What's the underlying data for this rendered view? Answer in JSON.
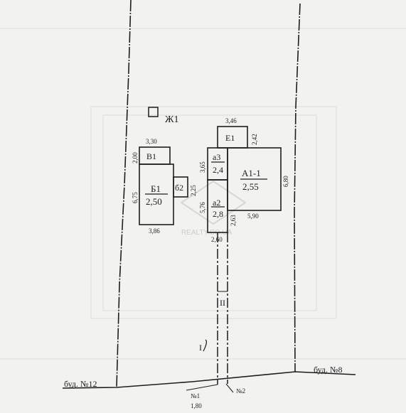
{
  "plan": {
    "well_label": "Ж1",
    "buildings": [
      {
        "id": "A1",
        "name": "А1-1",
        "value": "2,55"
      },
      {
        "id": "B1",
        "name": "Б1",
        "value": "2,50"
      },
      {
        "id": "V1",
        "name": "В1"
      },
      {
        "id": "b2",
        "name": "б2"
      },
      {
        "id": "E1",
        "name": "Е1"
      },
      {
        "id": "a3",
        "name": "а3",
        "value": "2,4"
      },
      {
        "id": "a2",
        "name": "а2",
        "value": "2,8"
      }
    ],
    "dimensions": {
      "e1_top": "3,46",
      "e1_side": "2,42",
      "v1_top": "3,30",
      "v1_left": "2,00",
      "b1_left": "6,75",
      "b2_side": "2,25",
      "b1_bottom": "3,86",
      "a3_left": "3,65",
      "a2_left": "5,76",
      "a2_right": "2,63",
      "a2_bottom": "2,60",
      "a1_bottom": "5,90",
      "a1_right": "6,80"
    },
    "fences": {
      "lower": "II",
      "upper": "І"
    },
    "gates": {
      "gate1": "№1",
      "gate1_width": "1,80",
      "gate2": "№2"
    },
    "neighbors": {
      "left": "буд. №12",
      "right": "буд. №8"
    },
    "watermark": "REALTY.CO.UA"
  }
}
